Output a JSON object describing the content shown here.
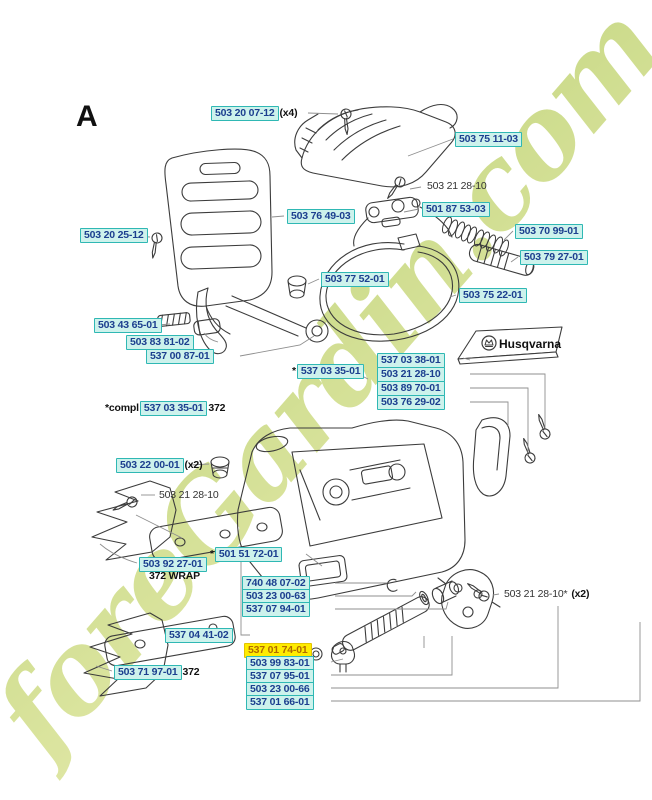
{
  "page": {
    "section_label": "A"
  },
  "watermark": {
    "text": "foreGardin.com",
    "color_start": "#d3de84",
    "color_end": "#b7cd60"
  },
  "badge": {
    "brand": "Husqvarna"
  },
  "colors": {
    "link_bg": "#cdf2ec",
    "link_border": "#2fb8b4",
    "link_text": "#1c3f8f",
    "highlight_bg": "#ffec00",
    "highlight_text": "#b06a00"
  },
  "labels": [
    {
      "text": "503 20 07-12",
      "type": "link",
      "suffix": " (x4)"
    },
    {
      "text": "503 75 11-03",
      "type": "link"
    },
    {
      "text": "503 21 28-10",
      "type": "plain"
    },
    {
      "text": "501 87 53-03",
      "type": "link"
    },
    {
      "text": "503 76 49-03",
      "type": "link"
    },
    {
      "text": "503 70 99-01",
      "type": "link"
    },
    {
      "text": "503 20 25-12",
      "type": "link"
    },
    {
      "text": "503 79 27-01",
      "type": "link"
    },
    {
      "text": "503 77 52-01",
      "type": "link"
    },
    {
      "text": "503 75 22-01",
      "type": "link"
    },
    {
      "text": "503 43 65-01",
      "type": "link"
    },
    {
      "text": "503 83 81-02",
      "type": "link"
    },
    {
      "text": "537 00 87-01",
      "type": "link"
    },
    {
      "text": "537 03 35-01",
      "type": "link",
      "prefix": "*"
    },
    {
      "text": "537 03 38-01",
      "type": "link"
    },
    {
      "text": "503 21 28-10",
      "type": "link"
    },
    {
      "text": "503 89 70-01",
      "type": "link"
    },
    {
      "text": "503 76 29-02",
      "type": "link"
    },
    {
      "text": "537 03 35-01",
      "type": "link",
      "prefix": "*compl ",
      "suffix": " 372"
    },
    {
      "text": "503 22 00-01",
      "type": "link",
      "suffix": " (x2)"
    },
    {
      "text": "503 21 28-10",
      "type": "plain"
    },
    {
      "text": "503 92 27-01",
      "type": "link"
    },
    {
      "text": "372 WRAP",
      "type": "bold"
    },
    {
      "text": "501 51 72-01",
      "type": "link",
      "prefix": "*"
    },
    {
      "text": "740 48 07-02",
      "type": "link"
    },
    {
      "text": "503 23 00-63",
      "type": "link"
    },
    {
      "text": "537 07 94-01",
      "type": "link"
    },
    {
      "text": "503 21 28-10*",
      "type": "plain",
      "suffix": " (x2)"
    },
    {
      "text": "537 04 41-02",
      "type": "link"
    },
    {
      "text": "537 01 74-01",
      "type": "highlight"
    },
    {
      "text": "503 99 83-01",
      "type": "link"
    },
    {
      "text": "537 07 95-01",
      "type": "link"
    },
    {
      "text": "503 23 00-66",
      "type": "link"
    },
    {
      "text": "537 01 66-01",
      "type": "link"
    },
    {
      "text": "503 71 97-01",
      "type": "link",
      "suffix": " 372"
    }
  ]
}
